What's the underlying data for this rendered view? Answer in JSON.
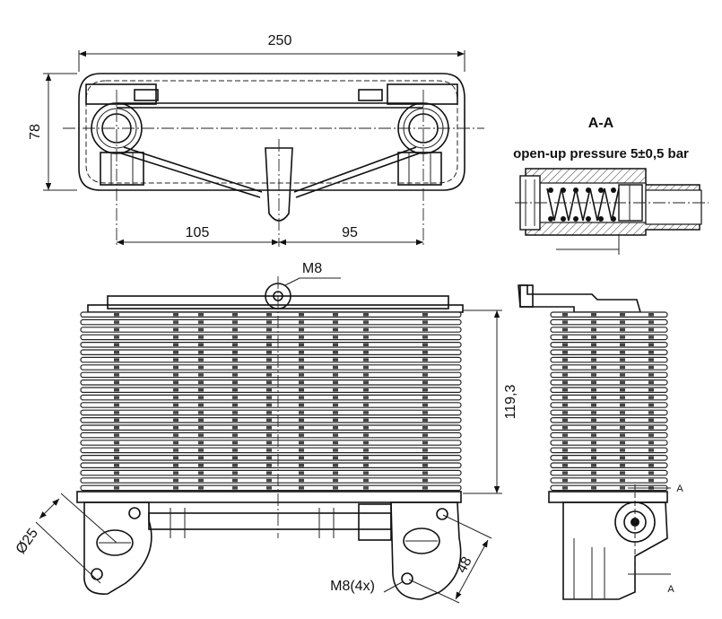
{
  "top_view": {
    "overall_length": "250",
    "height": "78",
    "left_offset": "105",
    "right_offset": "95"
  },
  "section": {
    "title": "A-A",
    "subtitle": "open-up pressure 5±0,5 bar"
  },
  "front_view": {
    "thread_top": "M8",
    "core_height": "119,3",
    "port_diameter": "Ø25",
    "flange_spacing": "48",
    "mount_thread": "M8(4x)"
  },
  "side_view": {
    "section_mark_upper": "A",
    "section_mark_lower": "A"
  }
}
